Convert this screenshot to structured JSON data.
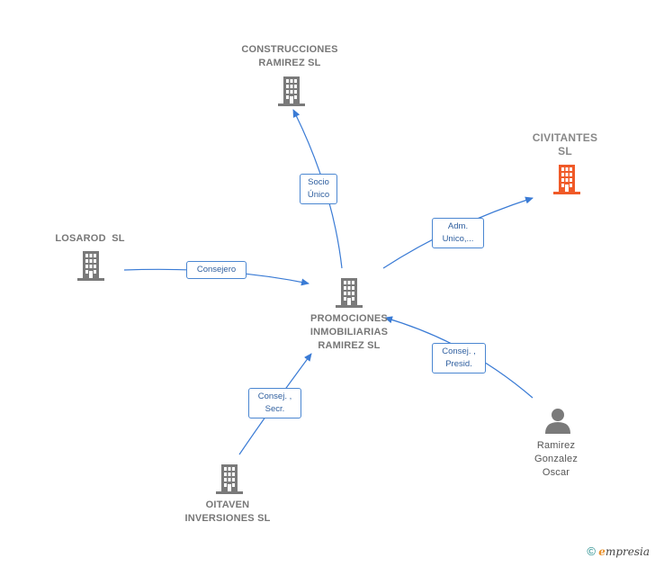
{
  "nodes": {
    "construcciones": "CONSTRUCCIONES\nRAMIREZ SL",
    "civitantes": "CIVITANTES\nSL",
    "losarod": "LOSAROD  SL",
    "promociones": "PROMOCIONES\nINMOBILIARIAS\nRAMIREZ SL",
    "oitaven": "OITAVEN\nINVERSIONES SL",
    "ramirez": "Ramirez\nGonzalez\nOscar"
  },
  "edges": {
    "socio_unico": "Socio\nÚnico",
    "adm_unico": "Adm.\nUnico,...",
    "consejero": "Consejero",
    "consej_presid": "Consej. ,\nPresid.",
    "consej_secr": "Consej. ,\nSecr."
  },
  "colors": {
    "building": "#7a7a7a",
    "highlight_building": "#f05a28",
    "edge": "#3a7bd5",
    "person": "#7a7a7a"
  },
  "footer": {
    "copyright": "©",
    "brand_e": "e",
    "brand_rest": "mpresia"
  }
}
